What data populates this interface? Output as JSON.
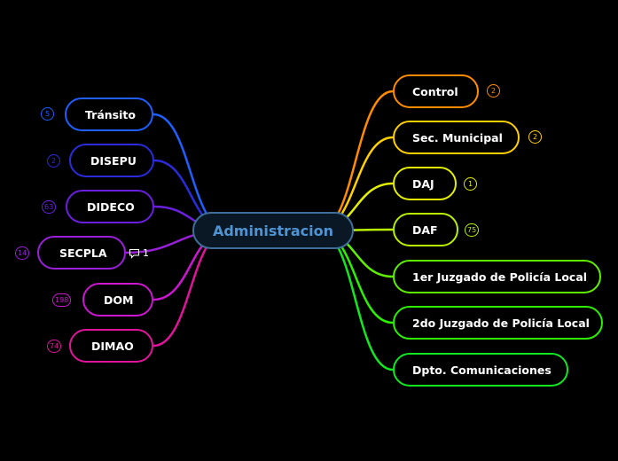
{
  "center": {
    "label": "Administracion"
  },
  "left_nodes": [
    {
      "id": "transito",
      "label": "Tránsito",
      "badge": "5",
      "color": "#1f5fff"
    },
    {
      "id": "disepu",
      "label": "DISEPU",
      "badge": "2",
      "color": "#2b2bdc"
    },
    {
      "id": "dideco",
      "label": "DIDECO",
      "badge": "63",
      "color": "#6a1fe0"
    },
    {
      "id": "secpla",
      "label": "SECPLA",
      "badge": "14",
      "color": "#9a1fd8"
    },
    {
      "id": "dom",
      "label": "DOM",
      "badge": "198",
      "color": "#cc16d0"
    },
    {
      "id": "dimao",
      "label": "DIMAO",
      "badge": "74",
      "color": "#e0149a"
    }
  ],
  "right_nodes": [
    {
      "id": "control",
      "label": "Control",
      "badge": "2",
      "color": "#ff8c00"
    },
    {
      "id": "sec-municipal",
      "label": "Sec. Municipal",
      "badge": "2",
      "color": "#ffd000"
    },
    {
      "id": "daj",
      "label": "DAJ",
      "badge": "1",
      "color": "#e3ef00"
    },
    {
      "id": "daf",
      "label": "DAF",
      "badge": "75",
      "color": "#b8f000"
    },
    {
      "id": "juzgado-1",
      "label": "1er Juzgado de Policía Local",
      "color": "#5ef000"
    },
    {
      "id": "juzgado-2",
      "label": "2do Juzgado de Policía Local",
      "color": "#2df000"
    },
    {
      "id": "comunicaciones",
      "label": "Dpto. Comunicaciones",
      "color": "#12e820"
    }
  ],
  "comment": {
    "count": "1",
    "icon": "comment-icon"
  }
}
